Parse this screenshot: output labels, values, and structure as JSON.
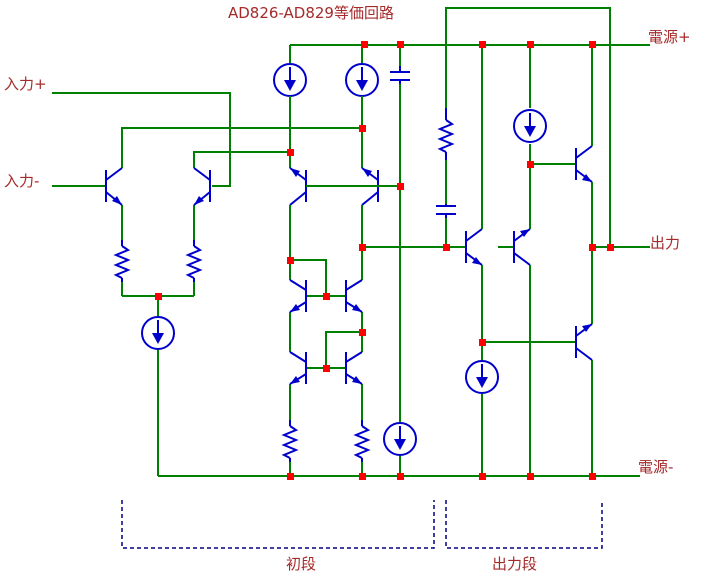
{
  "title": "AD826-AD829等価回路",
  "labels": {
    "vplus": "電源+",
    "vminus": "電源-",
    "in_plus": "入力+",
    "in_minus": "入力-",
    "output": "出力",
    "first_stage": "初段",
    "output_stage": "出力段"
  },
  "colors": {
    "wire": "#008000",
    "device": "#0000cc",
    "junction": "#ff0000",
    "label": "#a52a2a",
    "bracket": "#000080"
  }
}
